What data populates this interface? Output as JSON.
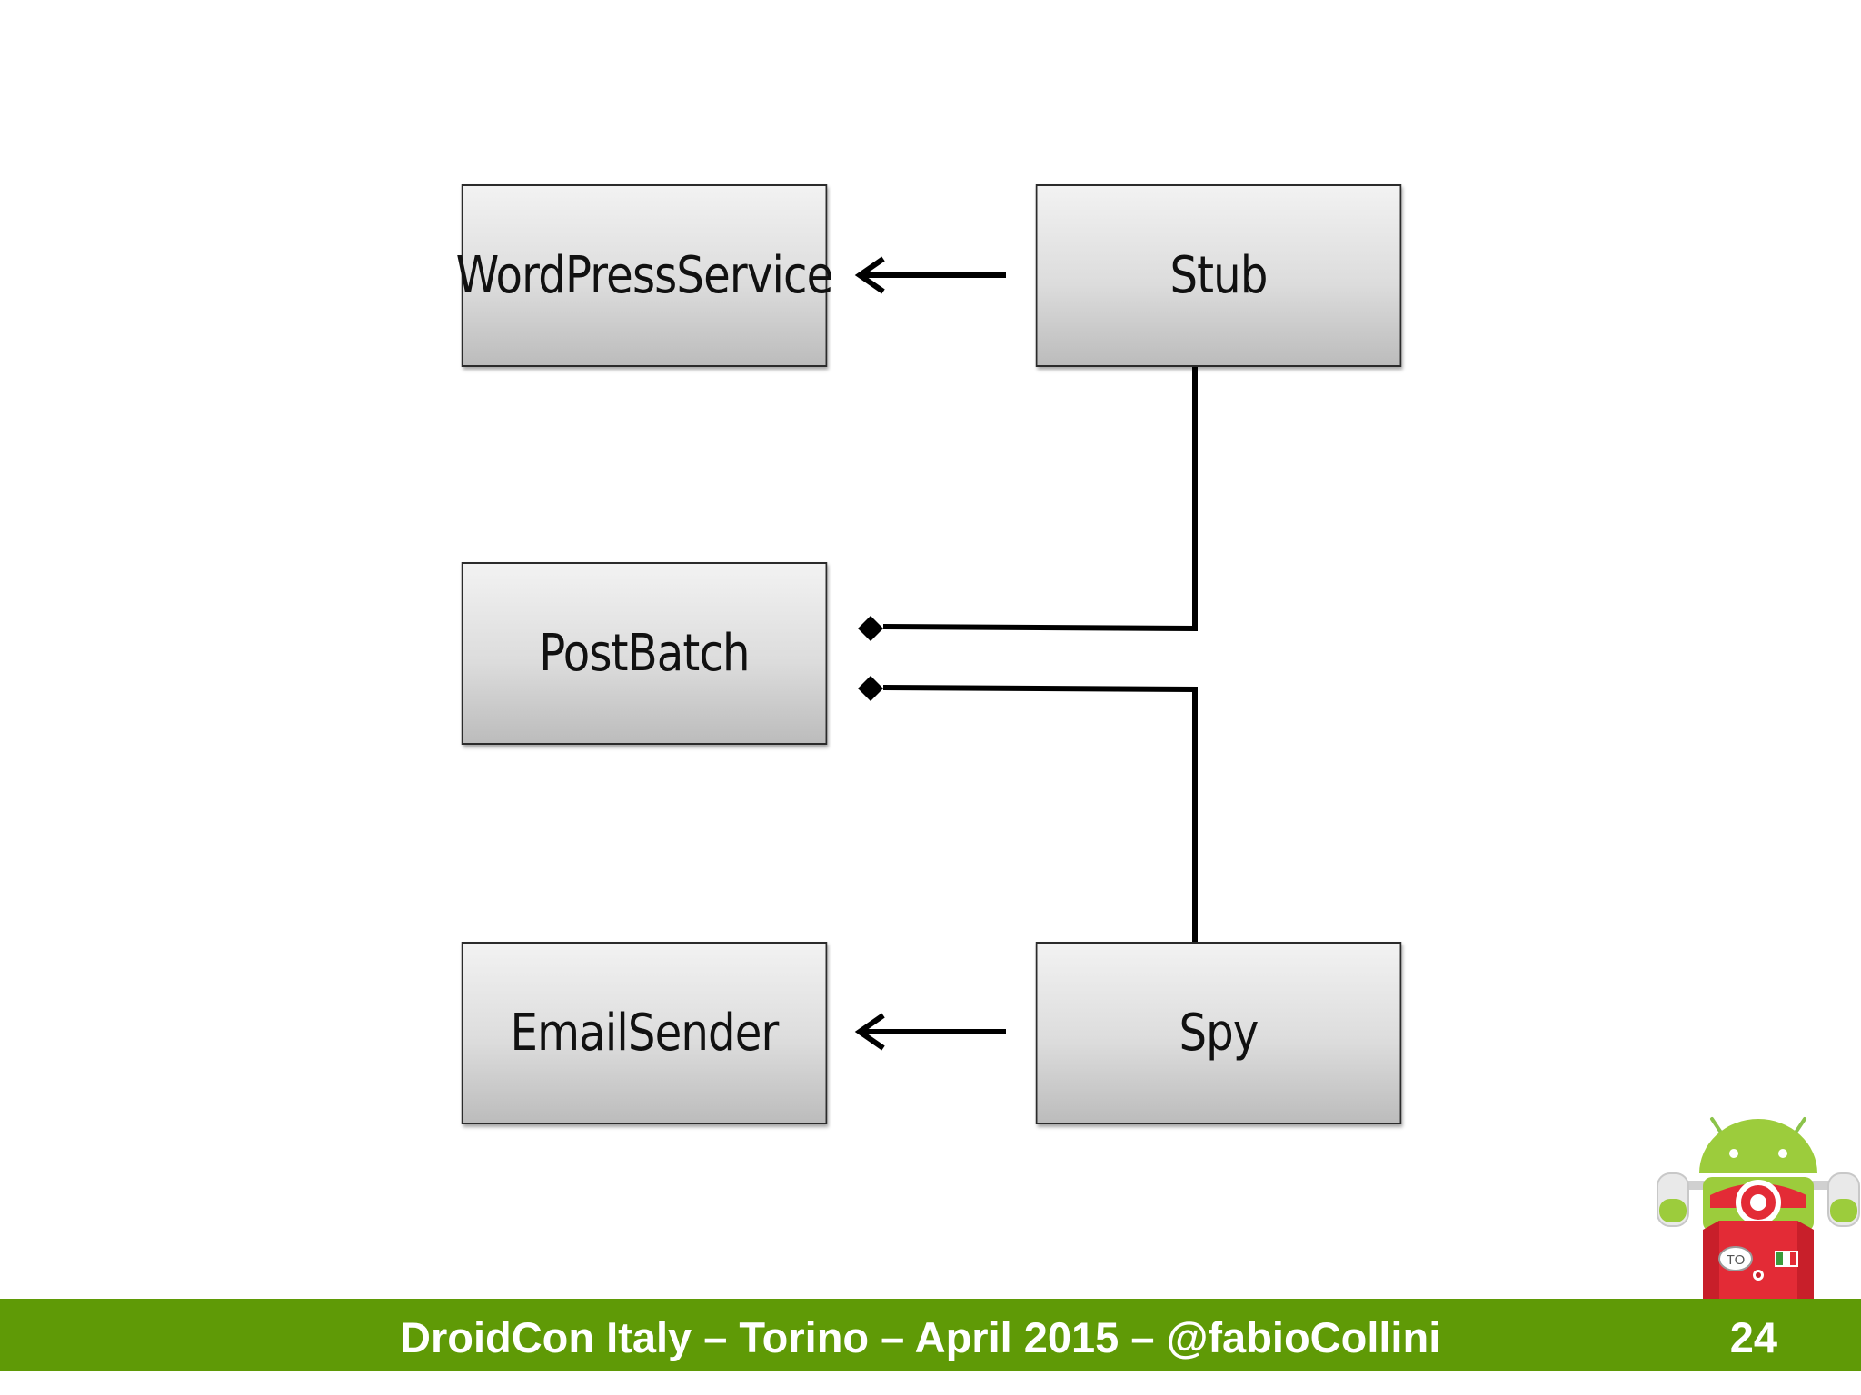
{
  "diagram": {
    "boxes": {
      "wordpress_service": "WordPressService",
      "stub": "Stub",
      "post_batch": "PostBatch",
      "email_sender": "EmailSender",
      "spy": "Spy"
    },
    "edges": [
      {
        "from": "Stub",
        "to": "WordPressService",
        "type": "open-arrow"
      },
      {
        "from": "Stub",
        "to": "PostBatch",
        "type": "diamond"
      },
      {
        "from": "Spy",
        "to": "PostBatch",
        "type": "diamond"
      },
      {
        "from": "Spy",
        "to": "EmailSender",
        "type": "open-arrow"
      }
    ]
  },
  "footer": {
    "text": "DroidCon Italy – Torino – April 2015 – @fabioCollini",
    "page_number": "24",
    "background_color": "#5f9a06"
  },
  "logo": {
    "icon": "android-vespa-mascot-icon",
    "text": "TO"
  }
}
